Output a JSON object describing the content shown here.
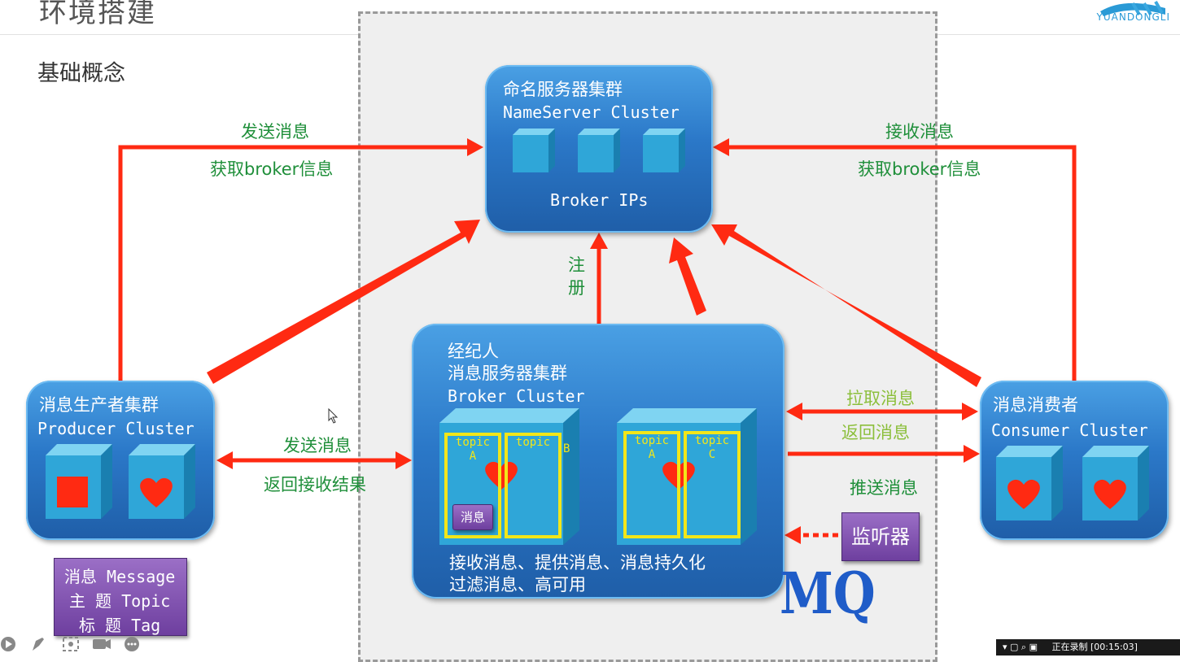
{
  "page": {
    "title": "环境搭建",
    "subtitle": "基础概念",
    "logo_text": "YUANDONGLI",
    "mq_label": "MQ"
  },
  "nameserver": {
    "line1": "命名服务器集群",
    "line2": "NameServer Cluster",
    "ips": "Broker IPs"
  },
  "broker": {
    "line1": "经纪人",
    "line2": "消息服务器集群",
    "line3": "Broker Cluster",
    "func1": "接收消息、提供消息、消息持久化",
    "func2": "过滤消息、高可用",
    "message_tag": "消息",
    "topics": [
      {
        "top": "topic",
        "bottom": "A"
      },
      {
        "top": "topic",
        "bottom": "B"
      },
      {
        "top": "topic",
        "bottom": "A"
      },
      {
        "top": "topic",
        "bottom": "C"
      }
    ]
  },
  "producer": {
    "line1": "消息生产者集群",
    "line2": "Producer  Cluster"
  },
  "consumer": {
    "line1": "消息消费者",
    "line2": "Consumer   Cluster"
  },
  "legend": {
    "line1": "消息 Message",
    "line2": "主 题 Topic",
    "line3": "标 题 Tag"
  },
  "listener": "监听器",
  "labels": {
    "send_left": "发送消息",
    "get_broker_left": "获取broker信息",
    "recv_right": "接收消息",
    "get_broker_right": "获取broker信息",
    "register_1": "注",
    "register_2": "册",
    "send_producer": "发送消息",
    "return_result": "返回接收结果",
    "pull": "拉取消息",
    "return_msg": "返回消息",
    "push": "推送消息"
  },
  "recording": {
    "status": "正在录制 [00:15:03]"
  },
  "colors": {
    "arrow": "#ff2a12",
    "box_blue": "#2b78c8",
    "label_green": "#1f8f3a",
    "label_light_green": "#8cbf3c",
    "topic_yellow": "#f2e619",
    "purple": "#6e3f9f",
    "mq_blue": "#1f5cc8"
  },
  "icons": [
    "cube-icon",
    "square-icon",
    "heart-icon",
    "mouse-cursor-icon",
    "play-icon",
    "pen-icon",
    "screenshot-icon",
    "camera-icon",
    "more-icon"
  ]
}
